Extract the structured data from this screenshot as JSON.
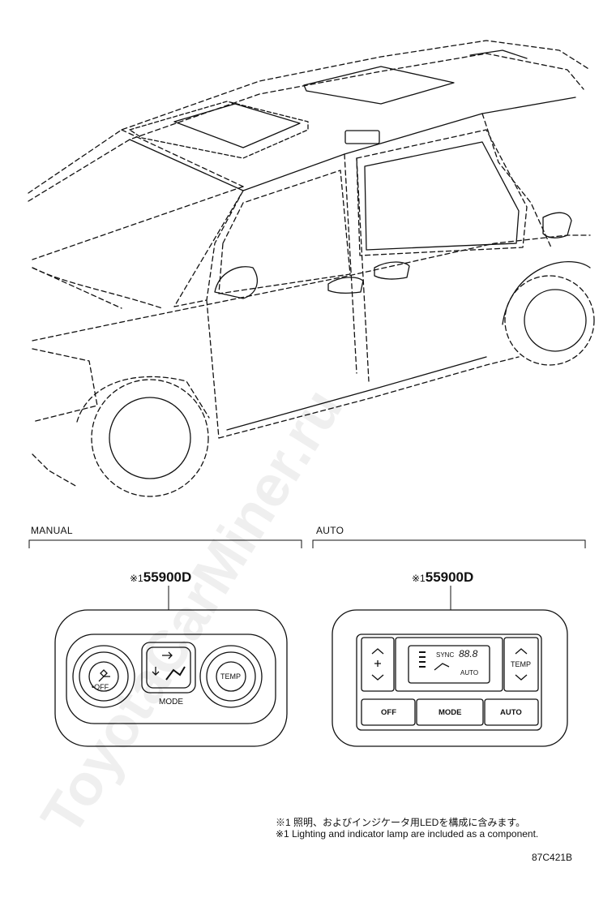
{
  "sections": {
    "manual": {
      "label": "MANUAL",
      "part_prefix": "※1",
      "part_number": "55900D"
    },
    "auto": {
      "label": "AUTO",
      "part_prefix": "※1",
      "part_number": "55900D"
    }
  },
  "manual_panel": {
    "fan_off_label": "•OFF",
    "mode_label": "MODE",
    "temp_label": "TEMP"
  },
  "auto_panel": {
    "display": {
      "sync": "SYNC",
      "temp": "88.8",
      "auto": "AUTO"
    },
    "temp_label": "TEMP",
    "off_button": "OFF",
    "mode_button": "MODE",
    "auto_button": "AUTO"
  },
  "notes": [
    "※1 照明、およびインジケータ用LEDを構成に含みます。",
    "※1 Lighting and indicator lamp are included as a component."
  ],
  "figure_code": "87C421B",
  "watermark": "ToyotaCarMiner.ru"
}
